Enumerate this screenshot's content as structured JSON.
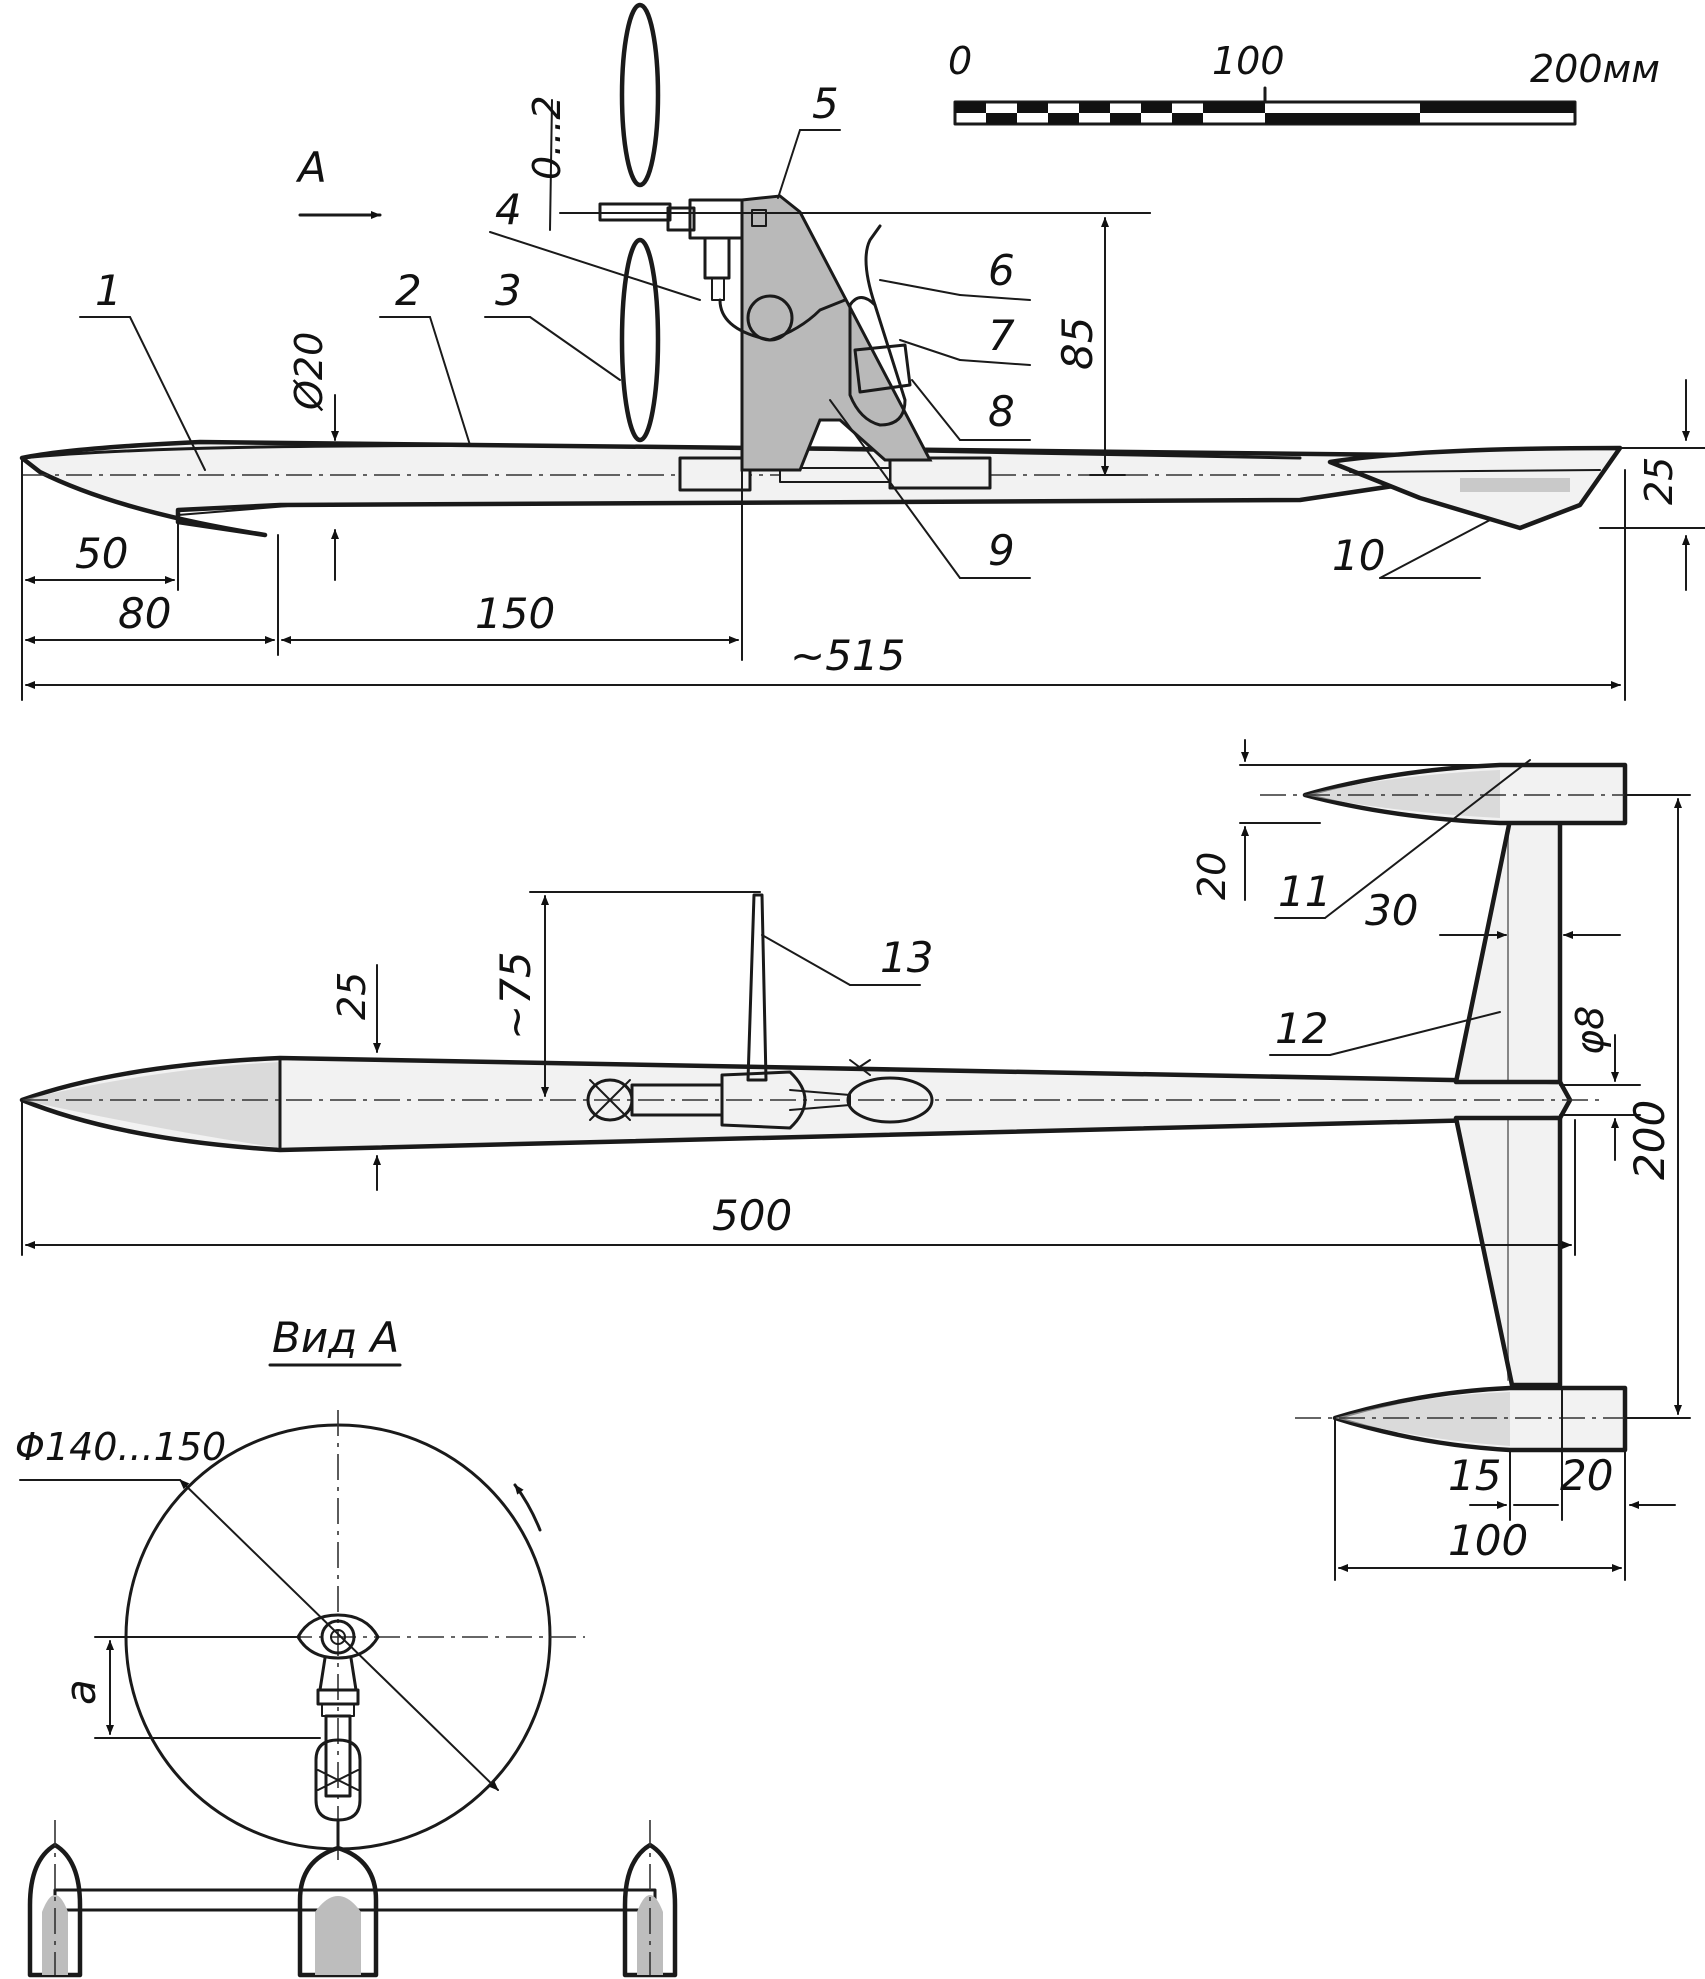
{
  "scale_bar": {
    "ticks": [
      "0",
      "100",
      "200мм"
    ]
  },
  "side_view": {
    "view_arrow_label": "A",
    "part_numbers": [
      "1",
      "2",
      "3",
      "4",
      "5",
      "6",
      "7",
      "8",
      "9",
      "10"
    ],
    "dimensions": {
      "prop_axis_offset": "0...2",
      "hull_diameter": "Ø20",
      "height_85": "85",
      "float_height_25": "25",
      "dim_50": "50",
      "dim_80": "80",
      "dim_150": "150",
      "overall_length": "~515"
    }
  },
  "top_view": {
    "part_numbers": [
      "11",
      "12",
      "13"
    ],
    "dimensions": {
      "width_25": "25",
      "pylon_75": "~75",
      "float_20": "20",
      "strut_30": "30",
      "rod_phi8": "φ8",
      "track_200": "200",
      "length_500": "500",
      "dim_15": "15",
      "dim_20": "20",
      "float_100": "100"
    }
  },
  "view_a": {
    "title": "Вид А",
    "prop_diameter": "Φ140...150",
    "offset_label": "a"
  }
}
